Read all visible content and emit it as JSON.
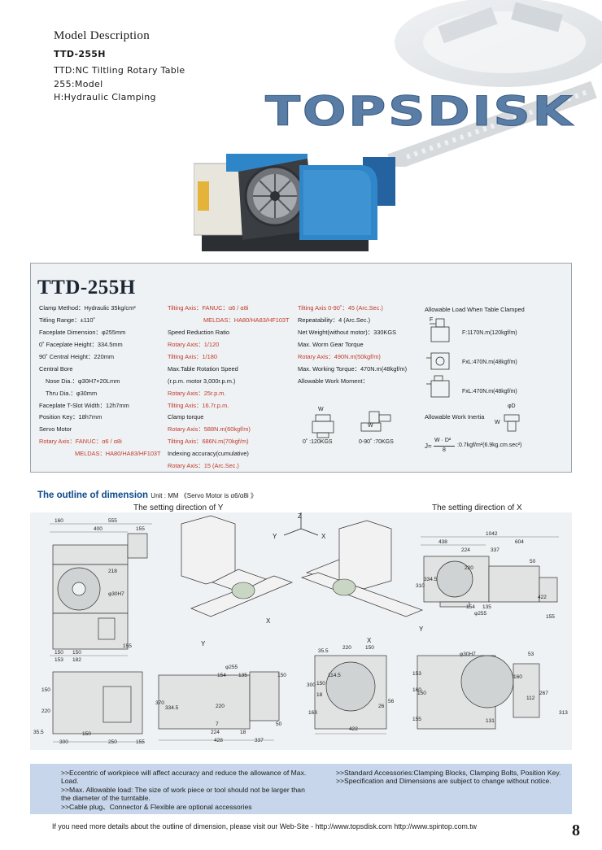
{
  "header": {
    "title": "Model Description",
    "model_code": "TTD-255H",
    "lines": [
      "TTD:NC Tiltling Rotary Table",
      "255:Model",
      "H:Hydraulic Clamping"
    ],
    "brand": "TOPSDISK"
  },
  "spec": {
    "title": "TTD-255H",
    "col1": {
      "clamp_method": "Clamp Method：Hydraulic 35kg/cm²",
      "tilting_range": "Titling Range：±110˚",
      "faceplate_dim": "Faceplate Dimension：φ255mm",
      "faceplate_height": "0˚  Faceplate Height：334.5mm",
      "central_height": "90˚  Central Height：220mm",
      "central_bore": "Central Bore",
      "nose_dia": "Nose Dia.：φ30H7×20Lmm",
      "thru_dia": "Thru Dia.：φ30mm",
      "tslot": "Faceplate T-Slot Width：12h7mm",
      "position_key": "Position Key：18h7mm",
      "servo_motor": "Servo Motor",
      "rotary_fanuc": "Rotary Axis：FANUC：α6 / α8i",
      "rotary_meldas": "MELDAS：HA80/HA83/HF103T"
    },
    "col2": {
      "tilting_fanuc": "Tilting Axis：FANUC：α6 / α8i",
      "tilting_meldas": "MELDAS：HA80/HA83/HF103T",
      "speed_reduction": "Speed Reduction Ratio",
      "rot_ratio": "Rotary Axis：1/120",
      "tilt_ratio": "Tilting Axis：1/180",
      "max_speed": "Max.Table Rotation Speed",
      "speed_note": "(r.p.m. motor 3,000r.p.m.)",
      "rot_speed": "Rotary Axis：25r.p.m.",
      "tilt_speed": "Tilting Axis：16.7r.p.m.",
      "clamp_torque": "Clamp torque",
      "rot_torque": "Rotary Axis：588N.m(60kgf/m)",
      "tilt_torque": "Tilting Axis：686N.m(70kgf/m)",
      "indexing": "Indexing accuracy(cumulative)",
      "rot_index": "Rotary Axis：15 (Arc.Sec.)"
    },
    "col3": {
      "tilt_index": "Tilting Axis 0-90˚：45 (Arc.Sec.)",
      "repeatability": "Repeatability：4 (Arc.Sec.)",
      "net_weight": "Net Weight(without motor)：330KGS",
      "worm_gear": "Max. Worm Gear Torque",
      "worm_val": "Rotary Axis：490N.m(50kgf/m)",
      "working_torque": "Max. Working Torque：470N.m(48kgf/m)",
      "work_moment": "Allowable Work Moment：",
      "w_label_1": "W",
      "w_label_2": "W",
      "load_0": "0˚ :120KGS",
      "load_90": "0-90˚ :70KGS"
    },
    "col4": {
      "allow_load_title": "Allowable Load When Table Clamped",
      "f_label": "F",
      "f_val": "F:1170N.m(120kgf/m)",
      "fxl_val_1": "FxL:470N.m(48kgf/m)",
      "fxl_val_2": "FxL:470N.m(48kgf/m)",
      "inertia_title": "Allowable Work Inertia",
      "inertia_d": "φD",
      "inertia_w": "W",
      "formula_lhs": "J=",
      "formula_num": "W · D²",
      "formula_den": "8",
      "formula_rhs": ":0.7kgf/m²(6.9kg.cm.sec²)"
    }
  },
  "outline": {
    "title": "The outline of dimension",
    "unit": "Unit : MM 《Servo Motor is α6/α8i 》",
    "dir_y": "The setting direction of Y",
    "dir_x": "The setting direction of X",
    "axes": {
      "z": "Z",
      "y": "Y",
      "x": "X"
    },
    "dims_top_left": [
      "160",
      "555",
      "400",
      "155",
      "218",
      "φ30H7",
      "155",
      "150",
      "150",
      "153",
      "182"
    ],
    "dims_top_right": [
      "1042",
      "438",
      "604",
      "224",
      "337",
      "220",
      "50",
      "310",
      "334.5",
      "422",
      "154",
      "135",
      "φ255",
      "155"
    ],
    "dims_bottom_left": [
      "150",
      "220",
      "35.5",
      "150",
      "300",
      "250",
      "155"
    ],
    "dims_bottom_mid": [
      "φ255",
      "154",
      "135",
      "150",
      "370",
      "334.5",
      "220",
      "7",
      "224",
      "18",
      "428",
      "337",
      "50"
    ],
    "dims_bottom_r1": [
      "35.5",
      "220",
      "150",
      "300",
      "150",
      "114.5",
      "18",
      "56",
      "26",
      "163",
      "422"
    ],
    "dims_bottom_r2": [
      "φ30H7",
      "53",
      "153",
      "150",
      "160",
      "160",
      "267",
      "112",
      "313",
      "155",
      "131"
    ]
  },
  "notes": {
    "left": [
      ">>Eccentric of workpiece will affect accuracy and reduce the allowance of Max. Load.",
      ">>Max. Allowable load: The size of work piece or tool should not be larger than the diameter of the turntable.",
      ">>Cable plug、Connector & Flexible are optional accessories"
    ],
    "right": [
      ">>Standard Accessories:Clamping Blocks, Clamping Bolts, Position Key.",
      ">>Specification and Dimensions are subject to change without notice."
    ]
  },
  "footer": {
    "text": "If you need more details about the outline of dimension, please visit our Web-Site - http://www.topsdisk.com  http://www.spintop.com.tw",
    "page": "8"
  },
  "colors": {
    "brand_blue": "#5a7da6",
    "machine_blue": "#2f86c8",
    "notes_bg": "#c7d6ea",
    "spec_red": "#c0392b",
    "outline_title": "#0b4a8a"
  }
}
